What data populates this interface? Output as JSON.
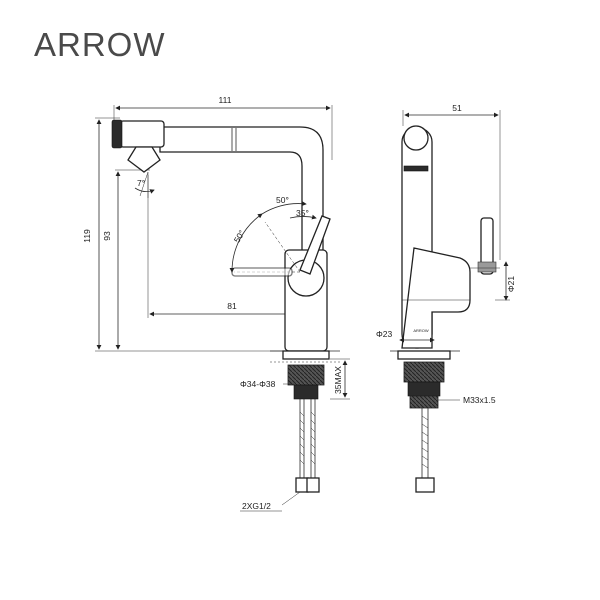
{
  "brand": {
    "name": "ARROW"
  },
  "labels": {
    "width_overall": "111",
    "height_overall": "119",
    "height_spout": "93",
    "reach": "81",
    "angle_spout": "7°",
    "angle_50_left": "50°",
    "angle_50_right": "50°",
    "angle_35": "35°",
    "hole_diameter": "Φ34-Φ38",
    "deck_thickness": "35MAX",
    "hose_thread": "2XG1/2",
    "depth_overall": "51",
    "handle_diameter": "Φ21",
    "body_diameter": "Φ23",
    "shank_thread": "M33x1.5",
    "body_logo_text": "ARROW"
  }
}
